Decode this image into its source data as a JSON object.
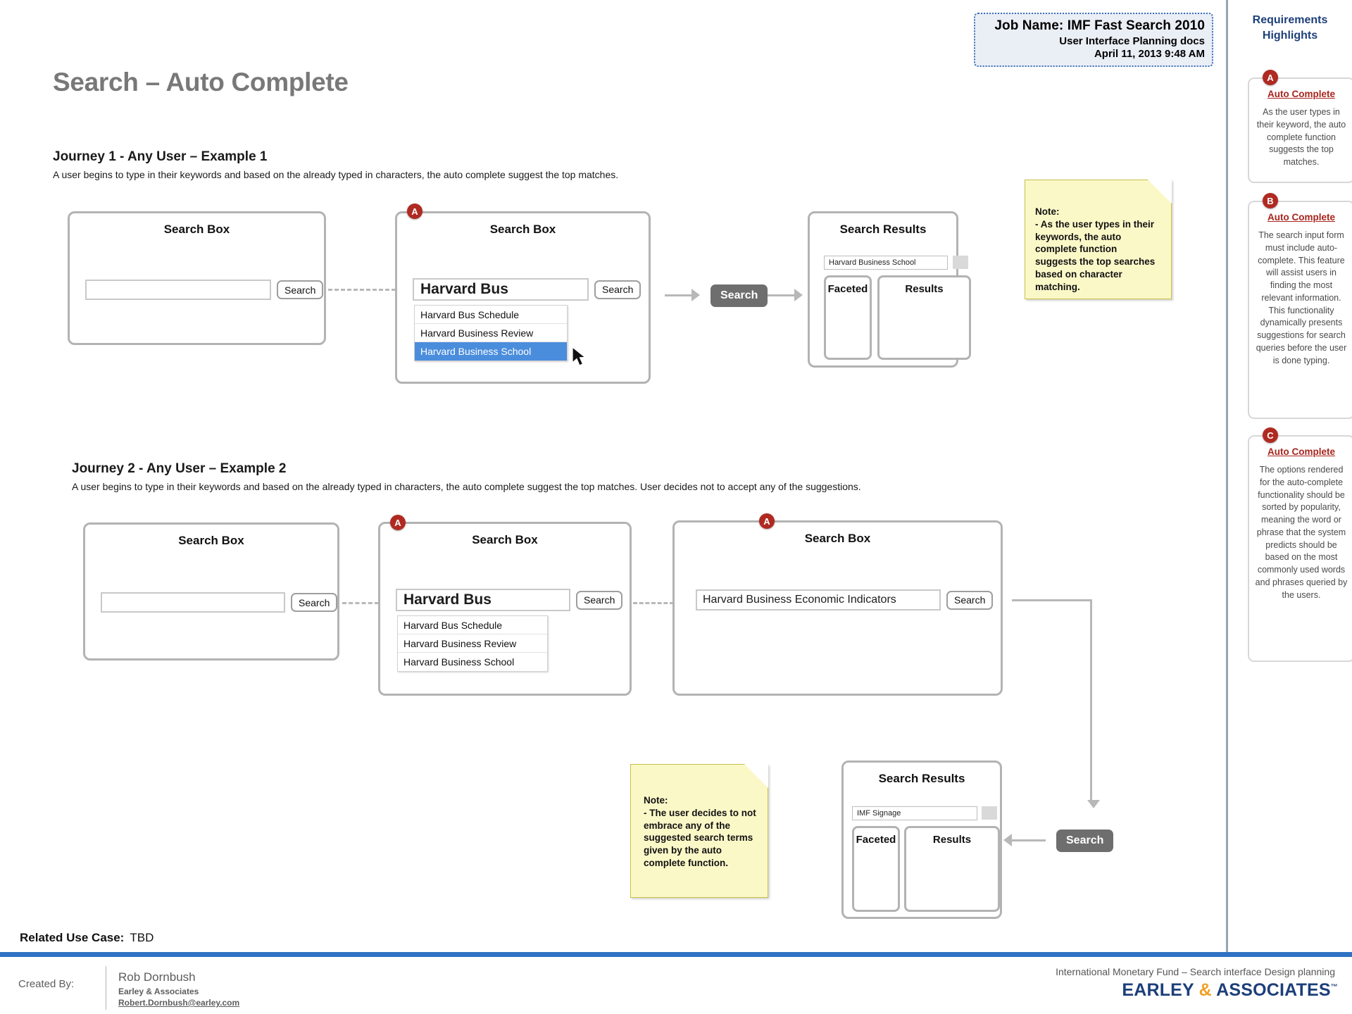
{
  "job_box": {
    "line1": "Job Name: IMF Fast Search 2010",
    "line2": "User Interface Planning docs",
    "line3": "April 11, 2013 9:48 AM"
  },
  "page_title": "Search – Auto Complete",
  "journeys": [
    {
      "title": "Journey 1 - Any User – Example 1",
      "desc": "A user begins to type in their keywords and based on the already typed in characters, the auto complete suggest the top matches."
    },
    {
      "title": "Journey 2 - Any User – Example 2",
      "desc": "A user begins to type in their keywords and based on the already typed in characters, the auto complete suggest the top matches. User decides not to accept any of the suggestions."
    }
  ],
  "labels": {
    "search_box": "Search Box",
    "search_results": "Search Results",
    "search_button": "Search",
    "search_action": "Search",
    "faceted": "Faceted",
    "results": "Results",
    "badge_a": "A",
    "badge_b": "B",
    "badge_c": "C"
  },
  "j1": {
    "box1": {
      "title": "Search Box",
      "input_value": "",
      "button": "Search"
    },
    "box2": {
      "title": "Search Box",
      "input_value": "Harvard Bus",
      "button": "Search",
      "badge": "A",
      "suggestions": [
        "Harvard Bus Schedule",
        "Harvard Business Review",
        "Harvard Business School"
      ],
      "selected_index": 2
    },
    "action": "Search",
    "results": {
      "title": "Search Results",
      "query": "Harvard Business School",
      "faceted": "Faceted",
      "results": "Results"
    },
    "note": "Note:\n- As the user types in their keywords, the auto complete function suggests the top searches based on character matching."
  },
  "j2": {
    "box1": {
      "title": "Search Box",
      "input_value": "",
      "button": "Search"
    },
    "box2": {
      "title": "Search Box",
      "input_value": "Harvard Bus",
      "button": "Search",
      "badge": "A",
      "suggestions": [
        "Harvard Bus Schedule",
        "Harvard Business Review",
        "Harvard Business School"
      ],
      "selected_index": -1
    },
    "box3": {
      "title": "Search Box",
      "input_value": "Harvard Business Economic Indicators",
      "button": "Search",
      "badge": "A"
    },
    "action": "Search",
    "results": {
      "title": "Search Results",
      "query": "IMF Signage",
      "faceted": "Faceted",
      "results": "Results"
    },
    "note": "Note:\n- The user decides to not embrace any of the suggested search terms given by the auto complete function."
  },
  "sidebar": {
    "title": "Requirements\nHighlights",
    "cards": [
      {
        "badge": "A",
        "heading": "Auto Complete",
        "body": "As the user types in their keyword, the auto complete function suggests the top matches."
      },
      {
        "badge": "B",
        "heading": "Auto Complete",
        "body": "The search input form must include auto-complete.  This feature will assist users in finding the most relevant information.  This functionality dynamically presents suggestions for search queries before the user is done typing."
      },
      {
        "badge": "C",
        "heading": "Auto Complete",
        "body": "The options rendered for the auto-complete functionality should be sorted by popularity, meaning the word or phrase that the system predicts should be based on the most commonly used words and phrases queried by the users."
      }
    ]
  },
  "footer": {
    "related_label": "Related Use Case:",
    "related_value": "TBD",
    "created_by_label": "Created By:",
    "author_name": "Rob Dornbush",
    "author_company": "Earley & Associates",
    "author_email": "Robert.Dornbush@earley.com",
    "project": "International Monetary Fund – Search interface Design planning",
    "logo_left": "EARLEY",
    "logo_amp": "&",
    "logo_right": "ASSOCIATES",
    "logo_tm": "™"
  },
  "colors": {
    "accent_blue": "#2f72c4",
    "badge_red": "#b02a21",
    "note_yellow": "#fbf8c8",
    "selection_blue": "#4a8ddc",
    "wire_grey": "#b3b3b3"
  }
}
